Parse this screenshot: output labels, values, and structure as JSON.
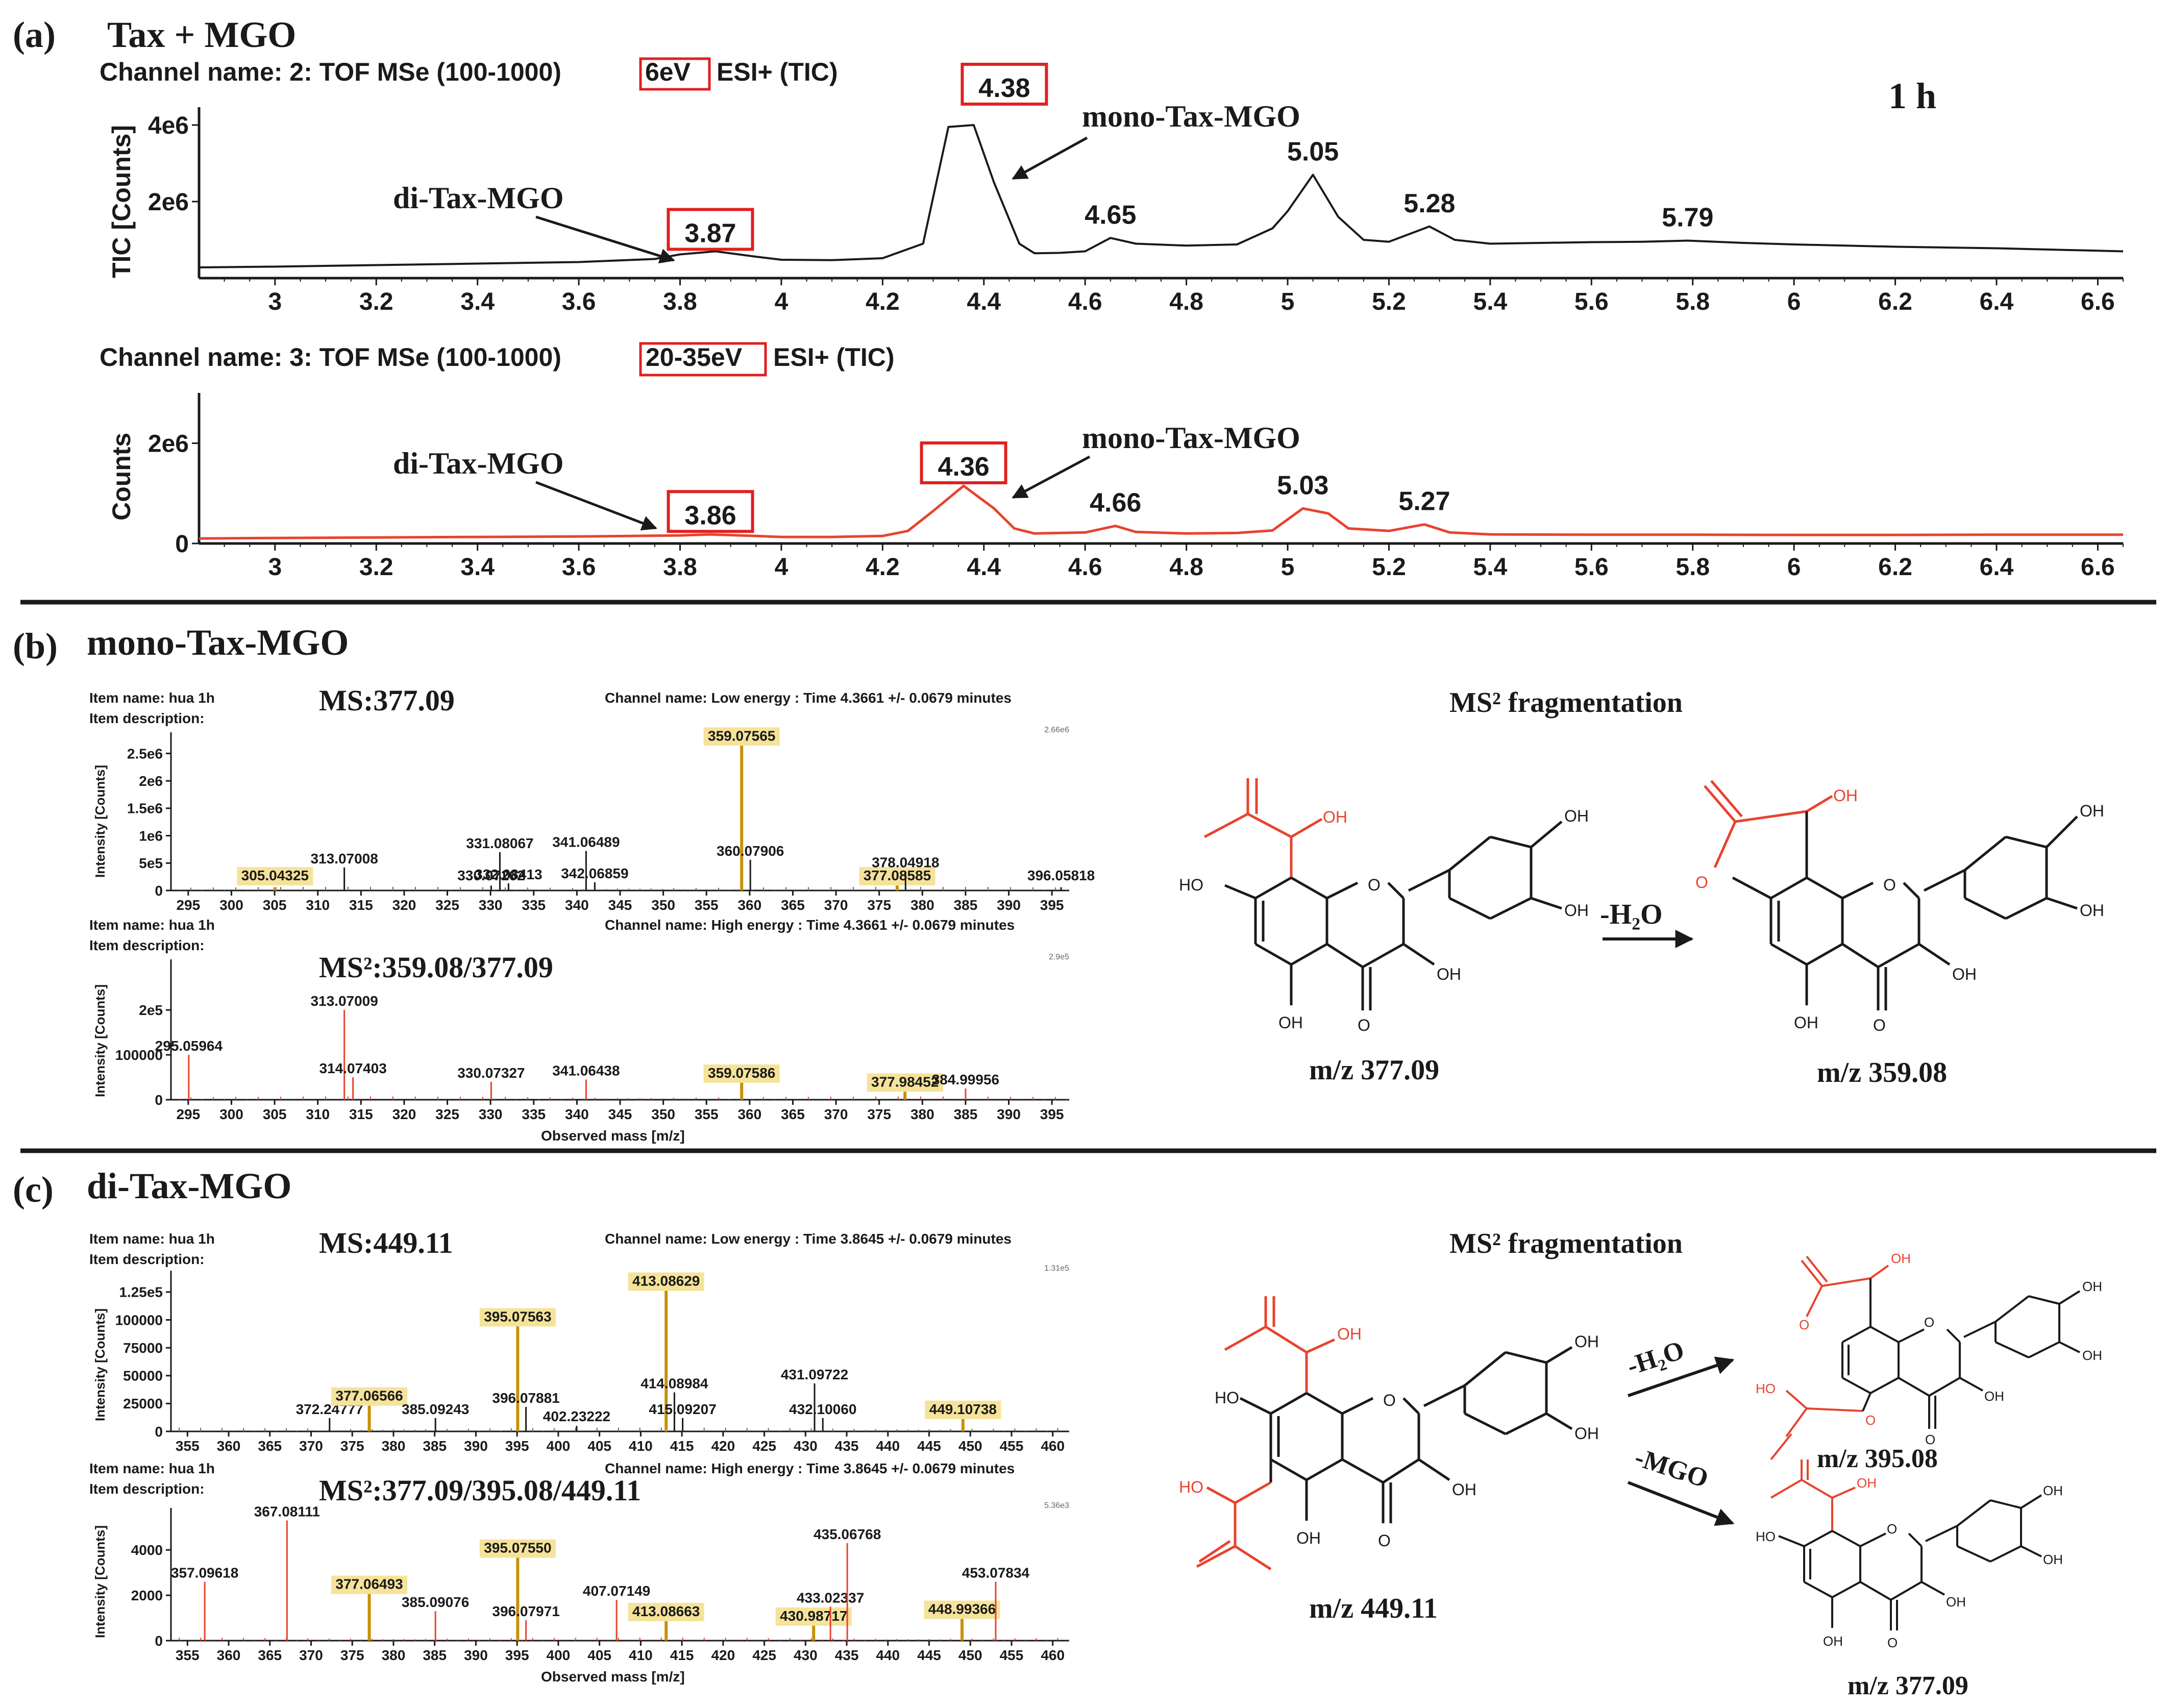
{
  "colors": {
    "black": "#1a1a1a",
    "red": "#e8432e",
    "box": "#e02020",
    "gold": "#c8900a",
    "yellowhl": "#f6e39a",
    "gray": "#666666"
  },
  "panel_a": {
    "label": "(a)",
    "title": "Tax + MGO",
    "time_label": "1 h",
    "ch2_prefix": "Channel name: 2: TOF MSe (100-1000)",
    "ch2_box": "6eV",
    "ch2_suffix": "ESI+ (TIC)",
    "ch3_prefix": "Channel name: 3: TOF MSe (100-1000)",
    "ch3_box": "20-35eV",
    "ch3_suffix": "ESI+ (TIC)",
    "ylabel_top": "TIC [Counts]",
    "ylabel_bottom": "Counts",
    "ann_di": "di-Tax-MGO",
    "ann_mono": "mono-Tax-MGO"
  },
  "panel_b": {
    "label": "(b)",
    "title": "mono-Tax-MGO",
    "item_name": "Item name: hua 1h",
    "item_desc": "Item description:",
    "ms_title": "MS:377.09",
    "ms2_title": "MS²:359.08/377.09",
    "low_channel": "Channel name: Low energy : Time 4.3661 +/- 0.0679 minutes",
    "high_channel": "Channel name: High energy : Time 4.3661 +/- 0.0679 minutes",
    "ylabel": "Intensity [Counts]",
    "xlabel": "Observed mass [m/z]",
    "frag_title": "MS² fragmentation",
    "reaction": "-H₂O",
    "mz_left": "m/z 377.09",
    "mz_right": "m/z 359.08"
  },
  "panel_c": {
    "label": "(c)",
    "title": "di-Tax-MGO",
    "item_name": "Item name: hua 1h",
    "item_desc": "Item description:",
    "ms_title": "MS:449.11",
    "ms2_title": "MS²:377.09/395.08/449.11",
    "low_channel": "Channel name: Low energy : Time 3.8645 +/- 0.0679 minutes",
    "high_channel": "Channel name: High energy : Time 3.8645 +/- 0.0679 minutes",
    "ylabel": "Intensity [Counts]",
    "xlabel": "Observed mass [m/z]",
    "frag_title": "MS² fragmentation",
    "reaction1": "-H₂O",
    "reaction2": "-MGO",
    "mz_left": "m/z 449.11",
    "mz_top": "m/z 395.08",
    "mz_bottom": "m/z 377.09"
  },
  "chart_data": [
    {
      "type": "line",
      "id": "tic_6eV",
      "xlim": [
        2.85,
        6.65
      ],
      "ylim": [
        0,
        4200000
      ],
      "xticks": [
        3,
        3.2,
        3.4,
        3.6,
        3.8,
        4,
        4.2,
        4.4,
        4.6,
        4.8,
        5,
        5.2,
        5.4,
        5.6,
        5.8,
        6,
        6.2,
        6.4,
        6.6
      ],
      "yticks": [
        {
          "v": 2000000,
          "label": "2e6"
        },
        {
          "v": 4000000,
          "label": "4e6"
        }
      ],
      "x": [
        2.85,
        3.0,
        3.2,
        3.4,
        3.6,
        3.75,
        3.8,
        3.87,
        3.95,
        4.0,
        4.1,
        4.2,
        4.28,
        4.33,
        4.38,
        4.42,
        4.47,
        4.5,
        4.55,
        4.6,
        4.65,
        4.7,
        4.8,
        4.9,
        4.97,
        5.0,
        5.05,
        5.1,
        5.15,
        5.2,
        5.25,
        5.28,
        5.33,
        5.4,
        5.5,
        5.6,
        5.7,
        5.79,
        5.9,
        6.0,
        6.2,
        6.4,
        6.65
      ],
      "y": [
        280000,
        300000,
        340000,
        380000,
        420000,
        500000,
        620000,
        700000,
        560000,
        480000,
        470000,
        520000,
        900000,
        3950000,
        4000000,
        2500000,
        900000,
        650000,
        660000,
        700000,
        1050000,
        900000,
        850000,
        880000,
        1300000,
        1750000,
        2700000,
        1600000,
        1000000,
        950000,
        1200000,
        1350000,
        1000000,
        900000,
        920000,
        940000,
        950000,
        980000,
        920000,
        880000,
        820000,
        780000,
        700000
      ],
      "peak_labels": [
        {
          "x": 3.87,
          "label": "3.87",
          "boxed": true
        },
        {
          "x": 4.38,
          "label": "4.38",
          "boxed": true
        },
        {
          "x": 4.65,
          "label": "4.65",
          "boxed": false
        },
        {
          "x": 5.05,
          "label": "5.05",
          "boxed": false
        },
        {
          "x": 5.28,
          "label": "5.28",
          "boxed": false
        },
        {
          "x": 5.79,
          "label": "5.79",
          "boxed": false
        }
      ]
    },
    {
      "type": "line",
      "id": "tic_20_35eV",
      "xlim": [
        2.85,
        6.65
      ],
      "ylim": [
        0,
        2800000
      ],
      "xticks": [
        3,
        3.2,
        3.4,
        3.6,
        3.8,
        4,
        4.2,
        4.4,
        4.6,
        4.8,
        5,
        5.2,
        5.4,
        5.6,
        5.8,
        6,
        6.2,
        6.4,
        6.6
      ],
      "yticks": [
        {
          "v": 0,
          "label": "0"
        },
        {
          "v": 2000000,
          "label": "2e6"
        }
      ],
      "x": [
        2.85,
        3.0,
        3.2,
        3.4,
        3.6,
        3.8,
        3.86,
        3.95,
        4.0,
        4.1,
        4.2,
        4.25,
        4.3,
        4.36,
        4.42,
        4.46,
        4.5,
        4.6,
        4.66,
        4.7,
        4.8,
        4.9,
        4.97,
        5.03,
        5.08,
        5.12,
        5.2,
        5.27,
        5.32,
        5.4,
        5.6,
        5.8,
        6.0,
        6.2,
        6.4,
        6.65
      ],
      "y": [
        100000,
        110000,
        120000,
        130000,
        140000,
        160000,
        180000,
        150000,
        130000,
        130000,
        150000,
        250000,
        650000,
        1150000,
        700000,
        300000,
        200000,
        220000,
        350000,
        230000,
        200000,
        210000,
        260000,
        700000,
        600000,
        300000,
        250000,
        380000,
        220000,
        180000,
        175000,
        175000,
        170000,
        170000,
        175000,
        175000
      ],
      "peak_labels": [
        {
          "x": 3.86,
          "label": "3.86",
          "boxed": true
        },
        {
          "x": 4.36,
          "label": "4.36",
          "boxed": true
        },
        {
          "x": 4.66,
          "label": "4.66",
          "boxed": false
        },
        {
          "x": 5.03,
          "label": "5.03",
          "boxed": false
        },
        {
          "x": 5.27,
          "label": "5.27",
          "boxed": false
        }
      ]
    },
    {
      "type": "bar",
      "id": "b_ms_low",
      "xlim": [
        293,
        397
      ],
      "ylim": [
        0,
        2700000
      ],
      "xticks": [
        295,
        300,
        305,
        310,
        315,
        320,
        325,
        330,
        335,
        340,
        345,
        350,
        355,
        360,
        365,
        370,
        375,
        380,
        385,
        390,
        395
      ],
      "yticks": [
        {
          "v": 0,
          "label": "0"
        },
        {
          "v": 500000,
          "label": "5e5"
        },
        {
          "v": 1000000,
          "label": "1e6"
        },
        {
          "v": 1500000,
          "label": "1.5e6"
        },
        {
          "v": 2000000,
          "label": "2e6"
        },
        {
          "v": 2500000,
          "label": "2.5e6"
        }
      ],
      "corner_label": "2.66e6",
      "peaks": [
        {
          "mz": 305.04325,
          "v": 60000,
          "label": "305.04325",
          "hl": true
        },
        {
          "mz": 313.07008,
          "v": 420000,
          "label": "313.07008"
        },
        {
          "mz": 330.07262,
          "v": 90000,
          "label": "330.07262"
        },
        {
          "mz": 331.08067,
          "v": 700000,
          "label": "331.08067"
        },
        {
          "mz": 332.08413,
          "v": 130000,
          "label": "332.08413"
        },
        {
          "mz": 341.06489,
          "v": 720000,
          "label": "341.06489"
        },
        {
          "mz": 342.06859,
          "v": 150000,
          "label": "342.06859"
        },
        {
          "mz": 359.07565,
          "v": 2660000,
          "label": "359.07565",
          "hl": true
        },
        {
          "mz": 360.07906,
          "v": 560000,
          "label": "360.07906"
        },
        {
          "mz": 377.08585,
          "v": 90000,
          "label": "377.08585",
          "hl": true
        },
        {
          "mz": 378.04918,
          "v": 350000,
          "label": "378.04918"
        },
        {
          "mz": 396.05818,
          "v": 60000,
          "label": "396.05818"
        }
      ]
    },
    {
      "type": "bar",
      "id": "b_ms2_high",
      "xlim": [
        293,
        397
      ],
      "ylim": [
        0,
        290000
      ],
      "xticks": [
        295,
        300,
        305,
        310,
        315,
        320,
        325,
        330,
        335,
        340,
        345,
        350,
        355,
        360,
        365,
        370,
        375,
        380,
        385,
        390,
        395
      ],
      "yticks": [
        {
          "v": 0,
          "label": "0"
        },
        {
          "v": 100000,
          "label": "100000"
        },
        {
          "v": 200000,
          "label": "2e5"
        }
      ],
      "corner_label": "2.9e5",
      "peaks": [
        {
          "mz": 295.05964,
          "v": 100000,
          "label": "295.05964"
        },
        {
          "mz": 313.07009,
          "v": 200000,
          "label": "313.07009"
        },
        {
          "mz": 314.07403,
          "v": 50000,
          "label": "314.07403"
        },
        {
          "mz": 330.07327,
          "v": 40000,
          "label": "330.07327"
        },
        {
          "mz": 341.06438,
          "v": 45000,
          "label": "341.06438"
        },
        {
          "mz": 359.07586,
          "v": 40000,
          "label": "359.07586",
          "hl": true
        },
        {
          "mz": 377.98452,
          "v": 20000,
          "label": "377.98452",
          "hl": true
        },
        {
          "mz": 384.99956,
          "v": 25000,
          "label": "384.99956"
        }
      ]
    },
    {
      "type": "bar",
      "id": "c_ms_low",
      "xlim": [
        353,
        462
      ],
      "ylim": [
        0,
        135000
      ],
      "xticks": [
        355,
        360,
        365,
        370,
        375,
        380,
        385,
        390,
        395,
        400,
        405,
        410,
        415,
        420,
        425,
        430,
        435,
        440,
        445,
        450,
        455,
        460
      ],
      "yticks": [
        {
          "v": 0,
          "label": "0"
        },
        {
          "v": 25000,
          "label": "25000"
        },
        {
          "v": 50000,
          "label": "50000"
        },
        {
          "v": 75000,
          "label": "75000"
        },
        {
          "v": 100000,
          "label": "100000"
        },
        {
          "v": 125000,
          "label": "1.25e5"
        }
      ],
      "corner_label": "1.31e5",
      "peaks": [
        {
          "mz": 372.24777,
          "v": 12000,
          "label": "372.24777"
        },
        {
          "mz": 377.06566,
          "v": 24000,
          "label": "377.06566",
          "hl": true
        },
        {
          "mz": 385.09243,
          "v": 12000,
          "label": "385.09243"
        },
        {
          "mz": 395.07563,
          "v": 95000,
          "label": "395.07563",
          "hl": true
        },
        {
          "mz": 396.07881,
          "v": 22000,
          "label": "396.07881"
        },
        {
          "mz": 402.23222,
          "v": 5000,
          "label": "402.23222"
        },
        {
          "mz": 413.08629,
          "v": 127000,
          "label": "413.08629",
          "hl": true
        },
        {
          "mz": 414.08984,
          "v": 35000,
          "label": "414.08984"
        },
        {
          "mz": 415.09207,
          "v": 12000,
          "label": "415.09207"
        },
        {
          "mz": 431.09722,
          "v": 43000,
          "label": "431.09722"
        },
        {
          "mz": 432.1006,
          "v": 12000,
          "label": "432.10060"
        },
        {
          "mz": 449.10738,
          "v": 12000,
          "label": "449.10738",
          "hl": true
        }
      ]
    },
    {
      "type": "bar",
      "id": "c_ms2_high",
      "xlim": [
        353,
        462
      ],
      "ylim": [
        0,
        5400
      ],
      "xticks": [
        355,
        360,
        365,
        370,
        375,
        380,
        385,
        390,
        395,
        400,
        405,
        410,
        415,
        420,
        425,
        430,
        435,
        440,
        445,
        450,
        455,
        460
      ],
      "yticks": [
        {
          "v": 0,
          "label": "0"
        },
        {
          "v": 2000,
          "label": "2000"
        },
        {
          "v": 4000,
          "label": "4000"
        }
      ],
      "corner_label": "5.36e3",
      "peaks": [
        {
          "mz": 357.09618,
          "v": 2600,
          "label": "357.09618"
        },
        {
          "mz": 367.08111,
          "v": 5300,
          "label": "367.08111"
        },
        {
          "mz": 377.06493,
          "v": 2100,
          "label": "377.06493",
          "hl": true
        },
        {
          "mz": 385.09076,
          "v": 1300,
          "label": "385.09076"
        },
        {
          "mz": 395.0755,
          "v": 3700,
          "label": "395.07550",
          "hl": true
        },
        {
          "mz": 396.07971,
          "v": 900,
          "label": "396.07971"
        },
        {
          "mz": 407.07149,
          "v": 1800,
          "label": "407.07149"
        },
        {
          "mz": 413.08663,
          "v": 900,
          "label": "413.08663",
          "hl": true
        },
        {
          "mz": 430.98717,
          "v": 700,
          "label": "430.98717",
          "hl": true
        },
        {
          "mz": 433.02337,
          "v": 1500,
          "label": "433.02337"
        },
        {
          "mz": 435.06768,
          "v": 4300,
          "label": "435.06768"
        },
        {
          "mz": 448.99366,
          "v": 1000,
          "label": "448.99366",
          "hl": true
        },
        {
          "mz": 453.07834,
          "v": 2600,
          "label": "453.07834"
        }
      ]
    }
  ]
}
